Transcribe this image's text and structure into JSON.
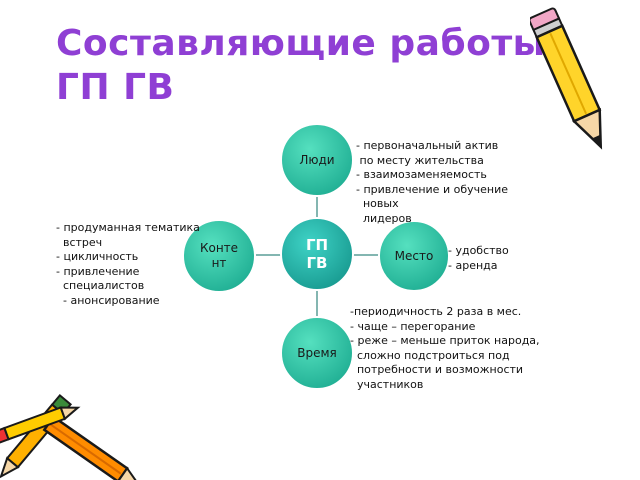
{
  "slide": {
    "title_lines": [
      "Составляющие работы",
      "ГП ГВ"
    ]
  },
  "diagram": {
    "center": {
      "label_lines": [
        "ГП",
        "ГВ"
      ]
    },
    "nodes": {
      "top": {
        "label_lines": [
          "Люди"
        ]
      },
      "right": {
        "label_lines": [
          "Место"
        ]
      },
      "bottom": {
        "label_lines": [
          "Время"
        ]
      },
      "left": {
        "label_lines": [
          "Конте",
          "нт"
        ]
      }
    },
    "colors": {
      "center_fill": "#23b5aa",
      "outer_fill": "#27c5a9",
      "stroke": "#ffffff",
      "connector": "#5a9e97"
    }
  },
  "notes": {
    "people": [
      "- первоначальный актив",
      " по месту жительства",
      "- взаимозаменяемость",
      "- привлечение и обучение",
      "  новых",
      "  лидеров"
    ],
    "place": [
      "- удобство",
      "- аренда"
    ],
    "time": [
      "-периодичность 2 раза в мес.",
      "- чаще – перегорание",
      "- реже – меньше приток народа,",
      "  сложно подстроиться под",
      "  потребности и возможности",
      "  участников"
    ],
    "content": [
      "- продуманная тематика",
      "  встреч",
      "- цикличность",
      "- привлечение",
      "  специалистов",
      "  - анонсирование"
    ]
  },
  "decorations": {
    "pencil_top_right": {
      "icon": "pencil-icon",
      "body_color": "#ffd42a"
    },
    "pencils_bottom_left": [
      {
        "icon": "pencil-icon",
        "body_color": "#ffb000"
      },
      {
        "icon": "pencil-icon",
        "body_color": "#ff8c00"
      },
      {
        "icon": "pencil-icon",
        "body_color": "#ffcc00"
      }
    ]
  }
}
